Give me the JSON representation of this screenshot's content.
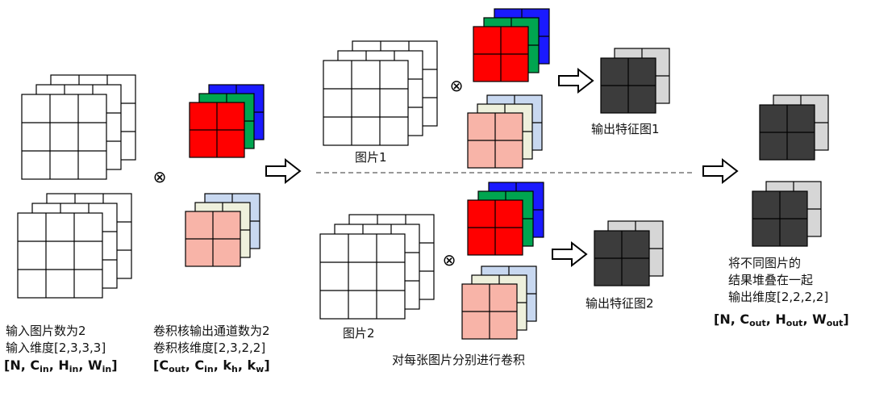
{
  "labels": {
    "input_count": "输入图片数为2",
    "input_dims": "输入维度[2,3,3,3]",
    "kernel_out_channels": "卷积核输出通道数为2",
    "kernel_dims": "卷积核维度[2,3,2,2]",
    "image1": "图片1",
    "image2": "图片2",
    "feature_map1": "输出特征图1",
    "feature_map2": "输出特征图2",
    "per_image_conv": "对每张图片分别进行卷积",
    "stack_line1": "将不同图片的",
    "stack_line2": "结果堆叠在一起",
    "output_dims": "输出维度[2,2,2,2]"
  },
  "shapes": {
    "input": {
      "open": "[N, C",
      "sub1": "in",
      "m1": ", H",
      "sub2": "in",
      "m2": ", W",
      "sub3": "in",
      "close": "]"
    },
    "kernel": {
      "open": "[C",
      "sub1": "out",
      "m1": ", C",
      "sub2": "in",
      "m2": ", k",
      "sub3": "h",
      "m3": ", k",
      "sub4": "w",
      "close": "]"
    },
    "output": {
      "open": "[N, C",
      "sub1": "out",
      "m1": ", H",
      "sub2": "out",
      "m2": ", W",
      "sub3": "out",
      "close": "]"
    }
  },
  "symbols": {
    "conv": "⊗"
  },
  "colors": {
    "red": "#ff0000",
    "green": "#00a550",
    "blue": "#1a1aff",
    "pink": "#f8b4a8",
    "beige": "#eef0dc",
    "lightblue": "#c8d8f0",
    "dark": "#3c3c3c",
    "gray": "#d6d6d6"
  }
}
